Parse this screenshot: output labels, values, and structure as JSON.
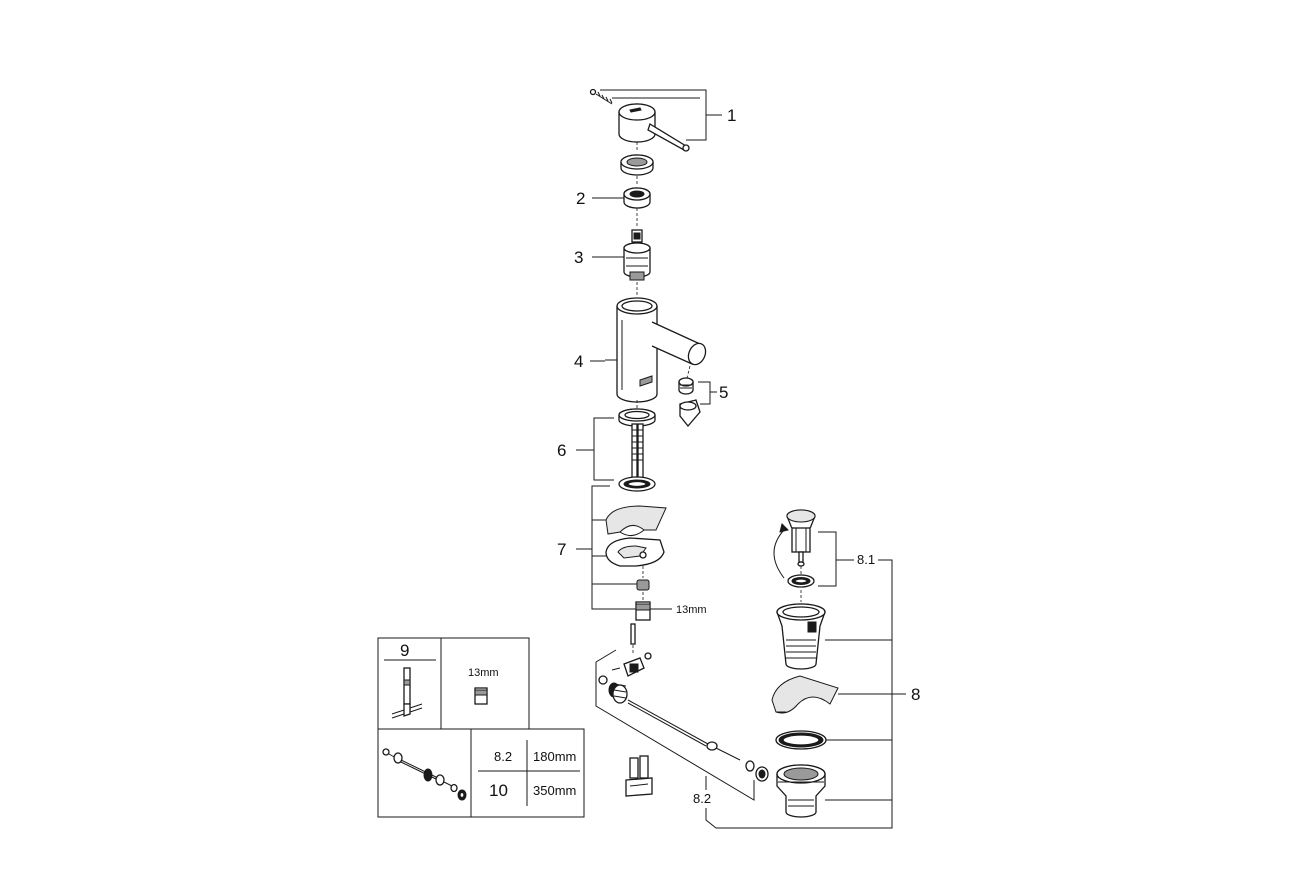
{
  "callouts": {
    "c1": "1",
    "c2": "2",
    "c3": "3",
    "c4": "4",
    "c5": "5",
    "c6": "6",
    "c7": "7",
    "c8": "8",
    "c8_1": "8.1",
    "c8_2": "8.2",
    "nut_size": "13mm"
  },
  "tools_box": {
    "key_number": "9",
    "nut_size": "13mm"
  },
  "rod_table": {
    "rows": [
      {
        "ref": "8.2",
        "length": "180mm"
      },
      {
        "ref": "10",
        "length": "350mm"
      }
    ]
  }
}
